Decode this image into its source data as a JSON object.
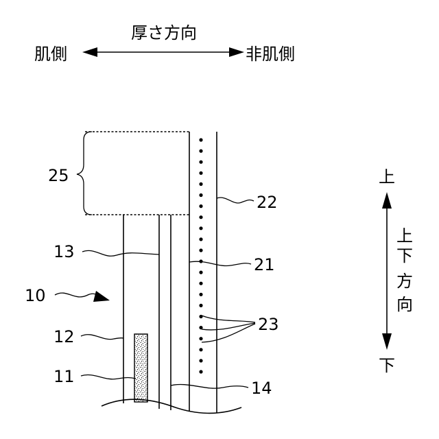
{
  "thickness_direction": {
    "title": "厚さ方向",
    "left": "肌側",
    "right": "非肌側"
  },
  "vertical_direction": {
    "top": "上",
    "label_chars": [
      "上",
      "下",
      "方",
      "向"
    ],
    "bottom": "下"
  },
  "reference_numerals": {
    "n25": "25",
    "n22": "22",
    "n13": "13",
    "n21": "21",
    "n10": "10",
    "n23": "23",
    "n12": "12",
    "n11": "11",
    "n14": "14"
  }
}
